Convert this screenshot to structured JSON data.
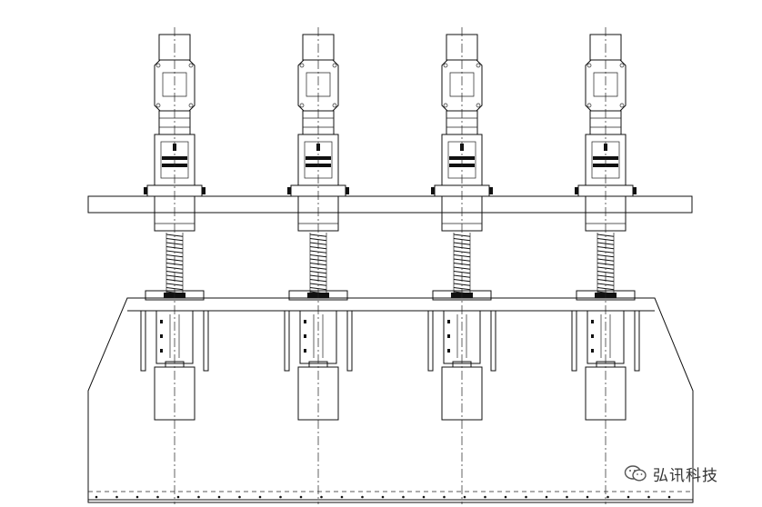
{
  "units": [
    {
      "id": "unit-1"
    },
    {
      "id": "unit-2"
    },
    {
      "id": "unit-3"
    },
    {
      "id": "unit-4"
    }
  ],
  "watermark": {
    "text": "弘讯科技",
    "icon": "wechat-icon"
  }
}
